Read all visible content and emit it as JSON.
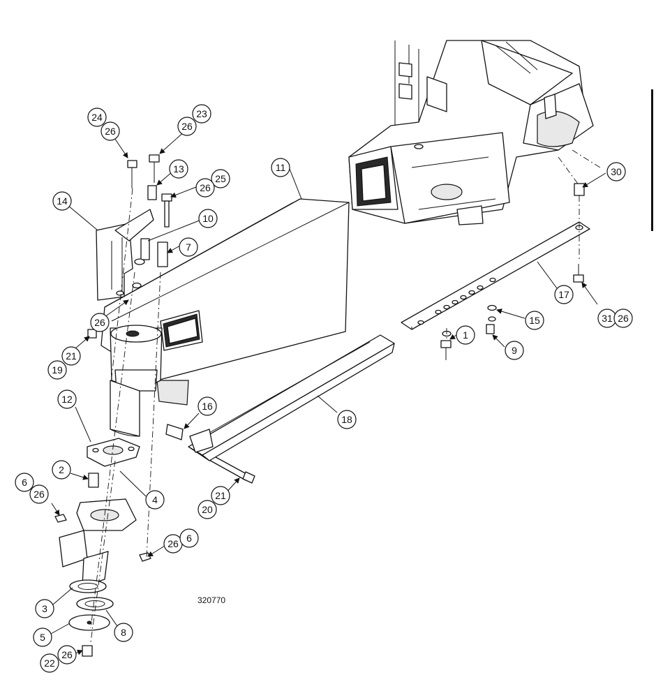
{
  "drawing": {
    "number": "320770",
    "callouts": [
      "24",
      "26",
      "26",
      "23",
      "13",
      "25",
      "26",
      "14",
      "10",
      "7",
      "11",
      "26",
      "21",
      "19",
      "30",
      "17",
      "15",
      "1",
      "9",
      "31",
      "26",
      "12",
      "16",
      "18",
      "2",
      "4",
      "6",
      "26",
      "21",
      "20",
      "26",
      "6",
      "3",
      "8",
      "5",
      "22",
      "26"
    ]
  }
}
